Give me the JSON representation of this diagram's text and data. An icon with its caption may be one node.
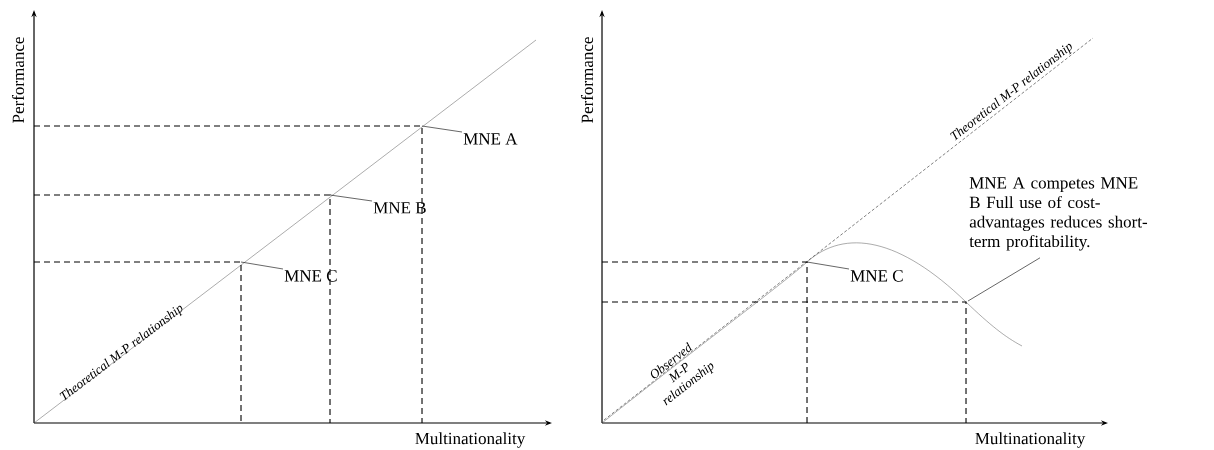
{
  "diagram": {
    "nodes": [
      {
        "text": [
          "MNE A"
        ]
      },
      {
        "text": [
          "MNE B"
        ]
      },
      {
        "text": [
          "MNE C"
        ]
      },
      {
        "text": [
          "MNE C"
        ]
      },
      {
        "text": [
          "MNE A competes MNE B Full use of cost-advantages reduces short-term profitability."
        ]
      }
    ],
    "edges": [
      {
        "from": 0,
        "to": null,
        "arrow": "none"
      },
      {
        "from": 1,
        "to": null,
        "arrow": "none"
      },
      {
        "from": 2,
        "to": null,
        "arrow": "none"
      },
      {
        "from": 3,
        "to": null,
        "arrow": "none"
      },
      {
        "from": 4,
        "to": null,
        "arrow": "none"
      }
    ],
    "labels": [
      "Performance",
      "Multinationality",
      "Theoretical M-P relationship",
      "Performance",
      "Multinationality",
      "Theoretical M-P relationship",
      "Observed M-P relationship"
    ]
  }
}
